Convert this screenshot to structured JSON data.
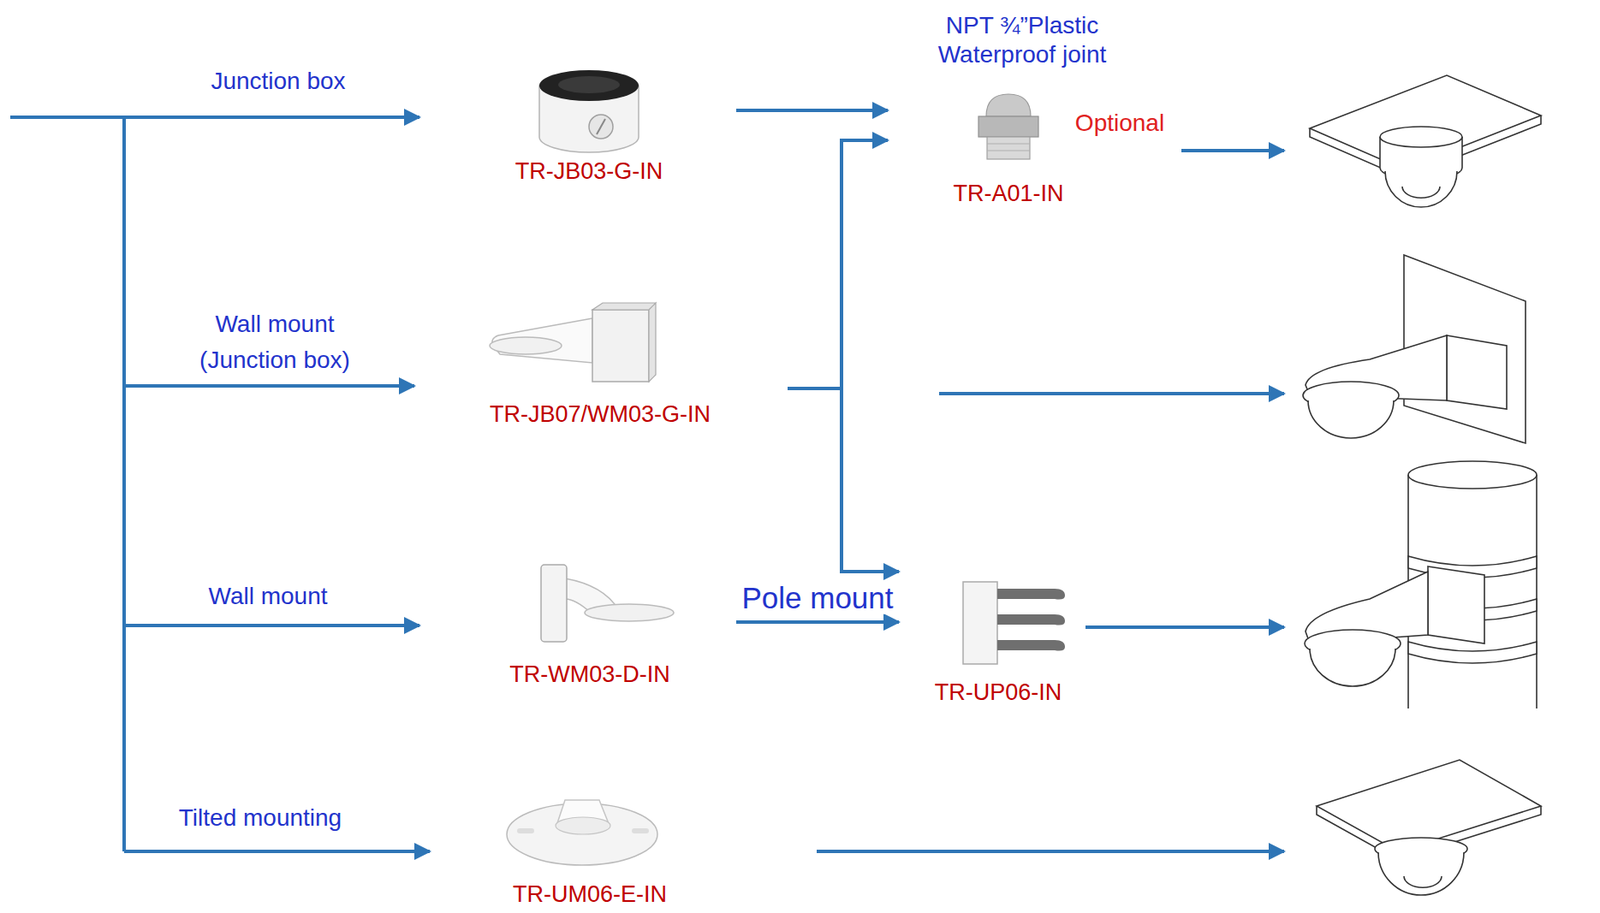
{
  "diagram": {
    "nodes": [
      {
        "text": [
          "TR-JB03-G-IN"
        ]
      },
      {
        "text": [
          "NPT ¾”Plastic Waterproof joint",
          "Optional",
          "TR-A01-IN"
        ]
      },
      {
        "text": [
          "TR-JB07/WM03-G-IN"
        ]
      },
      {
        "text": [
          "TR-WM03-D-IN"
        ]
      },
      {
        "text": [
          "TR-UP06-IN"
        ]
      },
      {
        "text": [
          "TR-UM06-E-IN"
        ]
      }
    ],
    "edges": [
      {
        "from": 0,
        "to": 1,
        "arrow": "to"
      },
      {
        "from": 2,
        "to": 1,
        "arrow": "to"
      },
      {
        "from": 2,
        "to": 4,
        "arrow": "to"
      },
      {
        "from": 3,
        "to": 4,
        "arrow": "to",
        "label": "Pole mount"
      }
    ],
    "labels": [
      "Junction box",
      "Wall mount (Junction box)",
      "Wall mount",
      "Tilted mounting"
    ]
  }
}
